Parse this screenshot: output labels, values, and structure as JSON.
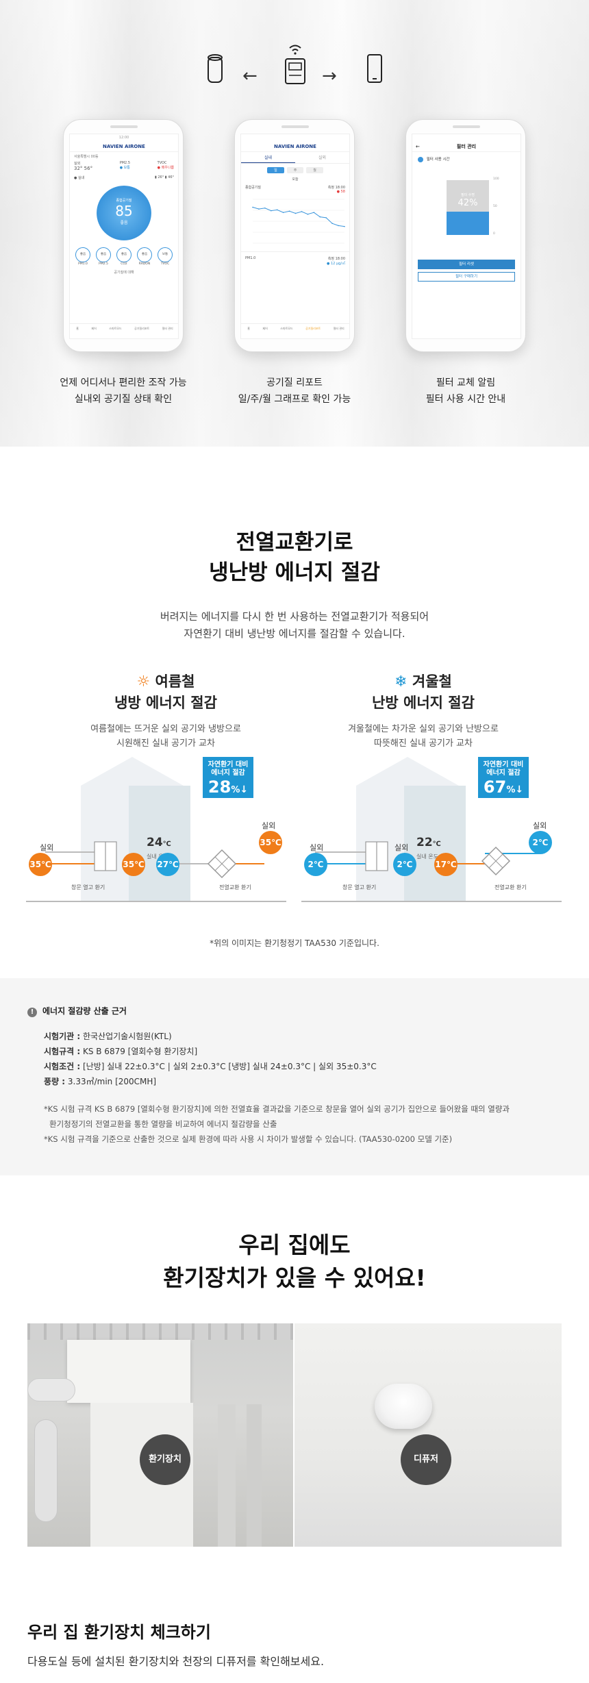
{
  "app_section": {
    "captions": [
      {
        "line1": "언제 어디서나 편리한 조작 가능",
        "line2": "실내외 공기질 상태 확인"
      },
      {
        "line1": "공기질 리포트",
        "line2": "일/주/월 그래프로 확인 가능"
      },
      {
        "line1": "필터 교체 알림",
        "line2": "필터 사용 시간 안내"
      }
    ],
    "phone1": {
      "time": "12:00",
      "brand": "NAVIEN AIRONE",
      "location": "서울특별시 00동 ",
      "outdoor_label": "실외",
      "outdoor_temp": "32°",
      "outdoor_humidity": "56°",
      "pm25_label": "PM2.5",
      "pm25_status": "● 보통",
      "tvoc_label": "TVOC",
      "tvoc_status": "● 매우나쁨",
      "indoor_label": "● 실내",
      "indoor_temp": "▮ 26°",
      "indoor_humidity": "▮ 46°",
      "gauge_label": "종합공기질",
      "gauge_value": "85",
      "gauge_status": "좋음",
      "metrics": [
        "PM1.0",
        "PM2.5",
        "CO2",
        "RADON",
        "TVOC"
      ],
      "metric_status": [
        "좋음",
        "좋음",
        "좋음",
        "좋음",
        "보통"
      ],
      "bottom_link": "공기질에 대해",
      "tabs": [
        "홈",
        "제어",
        "스마트모드",
        "공기질리포트",
        "필터 관리"
      ]
    },
    "phone2": {
      "brand": "NAVIEN AIRONE",
      "tabs": [
        "실내",
        "실외"
      ],
      "periods": [
        "일",
        "주",
        "월"
      ],
      "date": "오늘",
      "chart1_label": "종합공기질",
      "chart1_time": "측정 18:00",
      "chart1_value": "● 58",
      "chart2_label": "PM1.0",
      "chart2_time": "측정 18:00",
      "chart2_value": "● 12 μg/㎥",
      "chart_data": {
        "type": "line",
        "title": "",
        "xlabel": "",
        "ylabel": "",
        "values": [
          82,
          78,
          80,
          74,
          76,
          70,
          73,
          68,
          72,
          66,
          70,
          60,
          58,
          45,
          40,
          38
        ],
        "ylim": [
          0,
          100
        ]
      }
    },
    "phone3": {
      "title": "필터 관리",
      "usage_label": "필터 사용 시간",
      "level_labels": [
        "100",
        "50",
        "0"
      ],
      "filter_caption": "필터 수명",
      "filter_value": "42%",
      "filter_fraction": 0.42,
      "btn_reset": "필터 리셋",
      "btn_buy": "필터 구매하기"
    }
  },
  "energy_section": {
    "title_line1": "전열교환기로",
    "title_line2": "냉난방 에너지 절감",
    "desc_line1": "버려지는 에너지를 다시 한 번 사용하는 전열교환기가 적용되어",
    "desc_line2": "자연환기 대비 냉난방 에너지를 절감할 수 있습니다.",
    "summer": {
      "season": "여름철",
      "title": "냉방 에너지 절감",
      "desc_line1": "여름철에는 뜨거운 실외 공기와 냉방으로",
      "desc_line2": "시원해진 실내 공기가 교차",
      "badge_line1": "자연환기 대비",
      "badge_line2": "에너지 절감",
      "badge_value": "28",
      "badge_unit": "%",
      "indoor_temp": "24",
      "indoor_unit": "℃",
      "indoor_caption": "실내 온도",
      "label_out_left": "실외",
      "label_out_right": "실외",
      "temp_a": "35℃",
      "temp_b": "35℃",
      "temp_c": "27℃",
      "temp_d": "35℃",
      "cap_window": "창문 열고 환기",
      "cap_exchanger": "전열교환 환기"
    },
    "winter": {
      "season": "겨울철",
      "title": "난방 에너지 절감",
      "desc_line1": "겨울철에는 차가운 실외 공기와 난방으로",
      "desc_line2": "따뜻해진 실내 공기가 교차",
      "badge_line1": "자연환기 대비",
      "badge_line2": "에너지 절감",
      "badge_value": "67",
      "badge_unit": "%",
      "indoor_temp": "22",
      "indoor_unit": "℃",
      "indoor_caption": "실내 온도",
      "label_out_left": "실외",
      "label_out_mid": "실외",
      "label_out_right": "실외",
      "temp_a": "2℃",
      "temp_b": "2℃",
      "temp_c": "17℃",
      "temp_d": "2℃",
      "cap_window": "창문 열고 환기",
      "cap_exchanger": "전열교환 환기"
    },
    "note": "*위의 이미지는 환기청정기 TAA530 기준입니다."
  },
  "basis_section": {
    "title": "에너지 절감량 산출 근거",
    "rows": [
      {
        "k": "시험기관 :",
        "v": " 한국산업기술시험원(KTL)"
      },
      {
        "k": "시험규격 :",
        "v": " KS B 6879 [열회수형 환기장치]"
      },
      {
        "k": "시험조건 :",
        "v": " [난방] 실내 22±0.3°C | 실외 2±0.3°C [냉방] 실내 24±0.3°C | 실외 35±0.3°C"
      },
      {
        "k": "풍량 :",
        "v": " 3.33㎥/min [200CMH]"
      }
    ],
    "footnote1": "*KS 시험 규격 KS B 6879 [열회수형 환기장치]에 의한 전열효율 결과값을 기준으로 창문을 열어 실외 공기가 집안으로 들어왔을 때의 열량과",
    "footnote1b": "환기청정기의 전열교환을 통한 열량을 비교하여 에너지 절감량을 산출",
    "footnote2": "*KS 시험 규격을 기준으로 산출한 것으로 실제 환경에 따라 사용 시 차이가 발생할 수 있습니다. (TAA530-0200 모델 기준)"
  },
  "vent_section": {
    "title_line1": "우리 집에도",
    "title_line2": "환기장치가 있을 수 있어요!",
    "tag_left": "환기장치",
    "tag_right": "디퓨저",
    "check_title": "우리 집 환기장치 체크하기",
    "check_desc": "다용도실 등에 설치된 환기장치와 천장의 디퓨저를 확인해보세요."
  },
  "colors": {
    "orange": "#f07d19",
    "blue": "#23a3dd",
    "badge": "#1e96d3",
    "brand": "#1a3f8a"
  }
}
